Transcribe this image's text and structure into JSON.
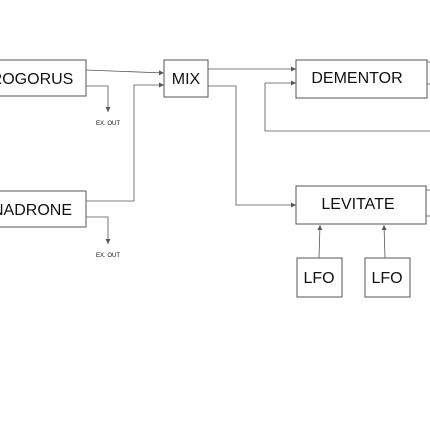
{
  "blocks": {
    "rogorus": "ROGORUS",
    "nadrone": "NADRONE",
    "mix": "MIX",
    "dementor": "DEMENTOR",
    "levitate": "LEVITATE",
    "lfo_1": "LFO",
    "lfo_2": "LFO"
  },
  "outputs": {
    "ex_out_1": "EX. OUT",
    "ex_out_2": "EX. OUT"
  },
  "colors": {
    "stroke": "#555555",
    "text": "#111111",
    "background": "#ffffff"
  }
}
